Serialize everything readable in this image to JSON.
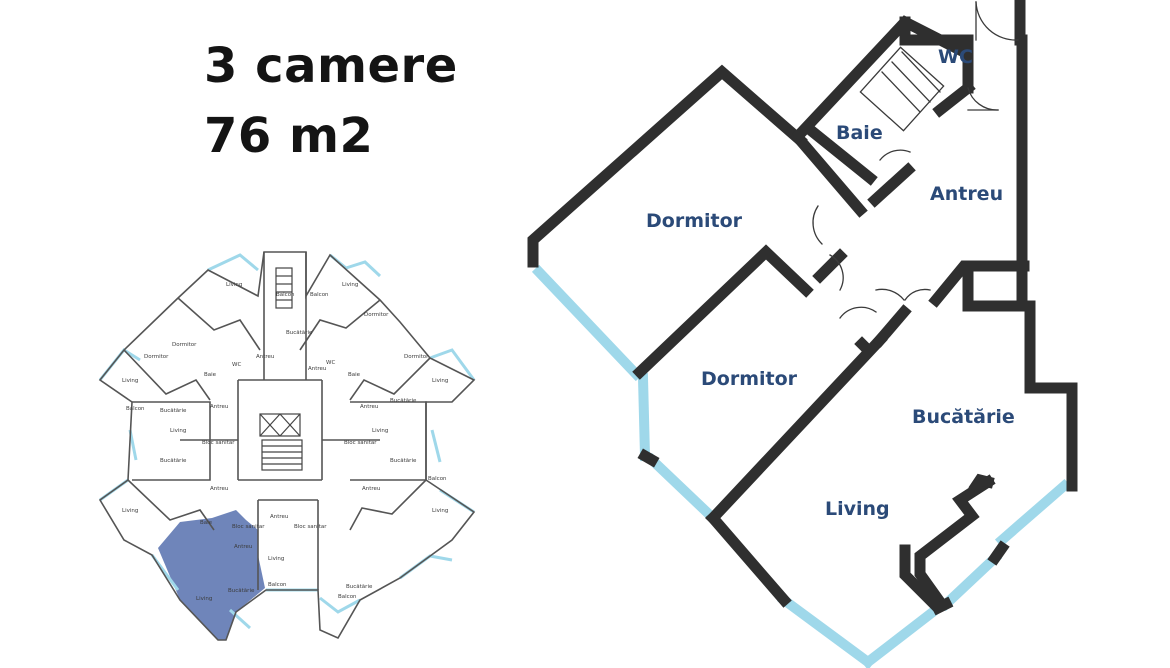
{
  "title": {
    "rooms": "3 camere",
    "area": "76 m2"
  },
  "colors": {
    "wall": "#2f2f2f",
    "window": "#9fd8ea",
    "highlight": "#5b74b0",
    "label": "#2b4a78"
  },
  "plan": {
    "rooms": {
      "wc": "WC",
      "baie": "Baie",
      "antreu": "Antreu",
      "dormitor_1": "Dormitor",
      "dormitor_2": "Dormitor",
      "bucatarie": "Bucătărie",
      "living": "Living"
    }
  },
  "floor_plan": {
    "labels": [
      "Dormitor",
      "Living",
      "Bucătărie",
      "Baie",
      "Antreu",
      "Balcon",
      "Bloc sanitar",
      "WC"
    ]
  }
}
